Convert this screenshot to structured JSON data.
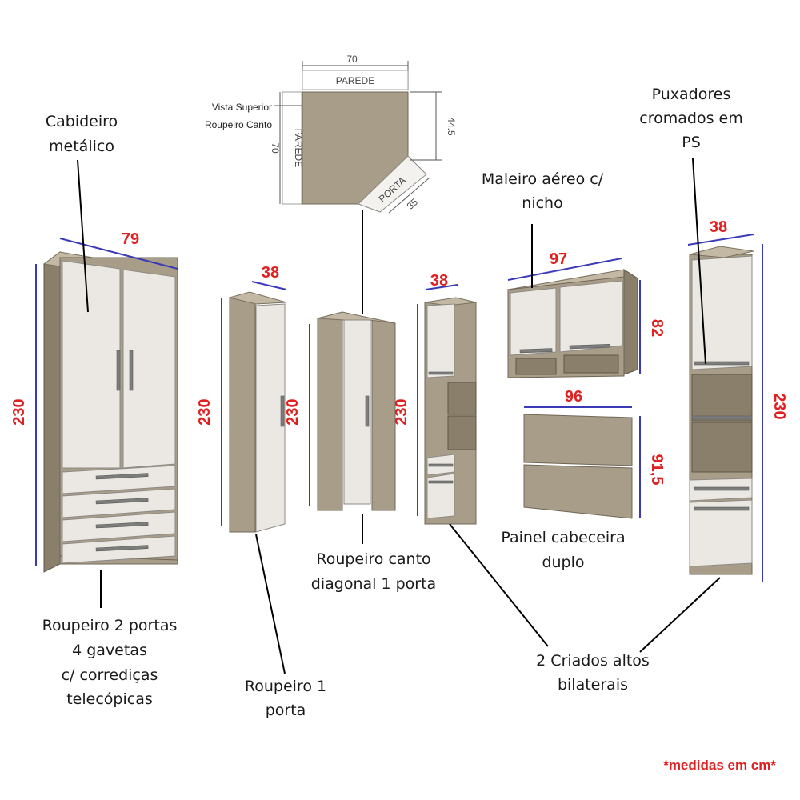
{
  "top_view": {
    "width_label": "70",
    "wall_top_label": "PAREDE",
    "depth_label": "70",
    "wall_left_label": "PAREDE",
    "right_dim_label": "44.5",
    "door_label": "PORTA",
    "door_dim_label": "35",
    "title_line1": "Vista Superior",
    "title_line2": "Roupeiro Canto"
  },
  "labels": {
    "cabideiro_line1": "Cabideiro",
    "cabideiro_line2": "metálico",
    "puxadores_line1": "Puxadores",
    "puxadores_line2": "cromados em",
    "puxadores_line3": "PS",
    "maleiro_line1": "Maleiro aéreo c/",
    "maleiro_line2": "nicho",
    "painel_line1": "Painel cabeceira",
    "painel_line2": "duplo",
    "roupeiro2_line1": "Roupeiro 2 portas",
    "roupeiro2_line2": "4 gavetas",
    "roupeiro2_line3": "c/ corrediças",
    "roupeiro2_line4": "telecópicas",
    "roupeiro1_line1": "Roupeiro 1",
    "roupeiro1_line2": "porta",
    "canto_line1": "Roupeiro canto",
    "canto_line2": "diagonal 1 porta",
    "criados_line1": "2 Criados altos",
    "criados_line2": "bilaterais"
  },
  "dimensions": {
    "roupeiro2_width": "79",
    "roupeiro2_height": "230",
    "roupeiro1_width": "38",
    "roupeiro1_height": "230",
    "canto_height": "230",
    "criado_width": "38",
    "criado_height": "230",
    "maleiro_width": "97",
    "maleiro_height": "82",
    "painel_width": "96",
    "painel_height": "91,5",
    "criado_right_width": "38",
    "criado_right_height": "230"
  },
  "note": "*medidas em cm*",
  "colors": {
    "dimension_text": "#e02020",
    "dimension_line": "#3a3ab8",
    "wood": "#a89d88",
    "door": "#ebe8e3"
  }
}
